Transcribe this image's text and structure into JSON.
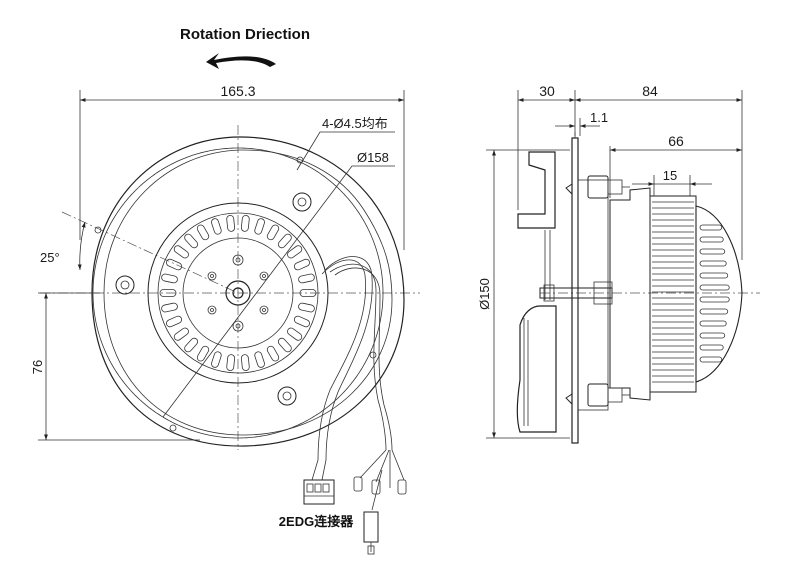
{
  "rotation": {
    "label": "Rotation Driection",
    "arrow_icon": "rotation-arrow-left-icon"
  },
  "front_view": {
    "width_dim": "165.3",
    "holes_note": "4-Ø4.5均布",
    "outer_dia": "Ø158",
    "angle": "25°",
    "height_dim": "76",
    "connector": "2EDG连接器"
  },
  "side_view": {
    "depth_left": "30",
    "depth_right": "84",
    "flange_thickness": "1.1",
    "motor_length": "66",
    "hub_length": "15",
    "flange_dia": "Ø150"
  }
}
